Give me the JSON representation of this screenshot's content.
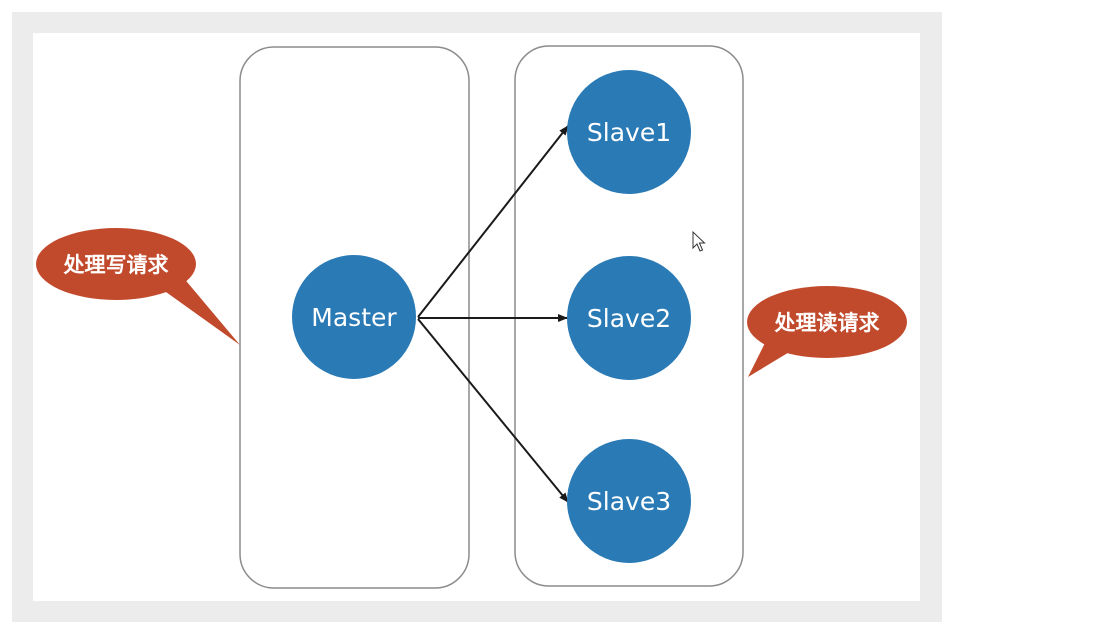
{
  "colors": {
    "node_fill": "#2a7ab5",
    "bubble_fill": "#c24a2c",
    "container_stroke": "#8c8c8c",
    "arrow": "#1a1a1a"
  },
  "master": {
    "label": "Master"
  },
  "slaves": [
    {
      "label": "Slave1"
    },
    {
      "label": "Slave2"
    },
    {
      "label": "Slave3"
    }
  ],
  "callouts": {
    "write": {
      "label": "处理写请求"
    },
    "read": {
      "label": "处理读请求"
    }
  },
  "cursor": {
    "icon": "mouse-pointer-icon"
  }
}
